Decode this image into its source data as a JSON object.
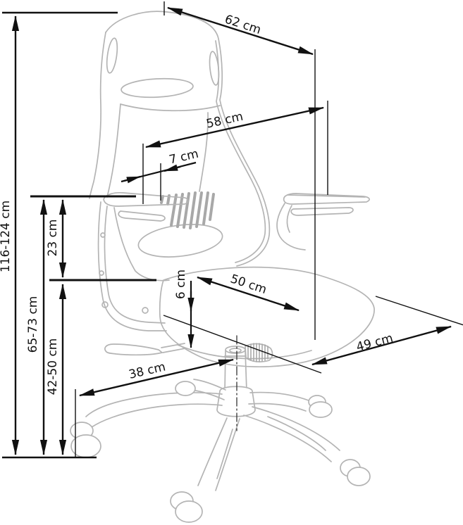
{
  "diagram": {
    "kind": "office-chair dimension drawing",
    "colors": {
      "annotation": "#111111",
      "chair_outline": "#b4b4b4"
    },
    "dims": {
      "total_height": "116-124 cm",
      "floor_to_armrest": "65-73 cm",
      "armrest_above_seat": "23 cm",
      "floor_to_seat": "42-50 cm",
      "top_width": "62 cm",
      "backrest_width": "58 cm",
      "headrest_depth": "7 cm",
      "seat_thickness": "6 cm",
      "seat_depth": "50 cm",
      "seat_width": "49 cm",
      "base_reach": "38 cm"
    }
  }
}
